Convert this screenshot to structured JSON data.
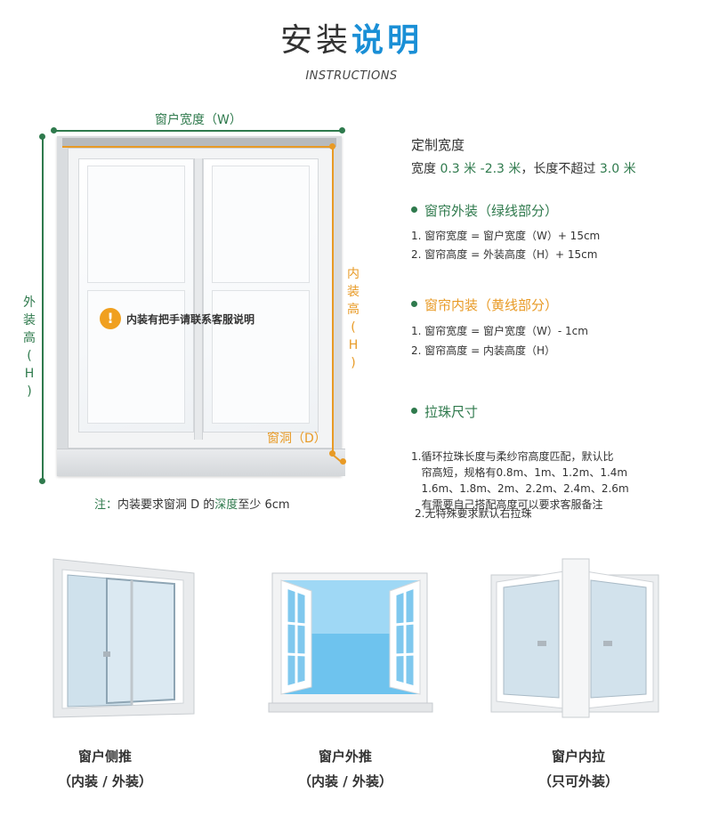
{
  "header": {
    "title_part1": "安装",
    "title_part2": "说明",
    "subtitle": "INSTRUCTIONS"
  },
  "diagram": {
    "width_label": "窗户宽度（W）",
    "outer_height_label_chars": [
      "外",
      "装",
      "高",
      "(",
      "H",
      ")"
    ],
    "inner_height_label_chars": [
      "内",
      "装",
      "高",
      "(",
      "H",
      ")"
    ],
    "opening_label": "窗洞（D）",
    "handle_note": "内装有把手请联系客服说明",
    "warn_icon": "!"
  },
  "footnote": {
    "prefix": "注：",
    "text1": "内装要求窗洞 D 的",
    "highlight": "深度",
    "text2": "至少 6cm"
  },
  "custom_width": {
    "title": "定制宽度",
    "line_prefix": "宽度 ",
    "min": "0.3 米",
    "dash": " -",
    "max": "2.3 米",
    "mid": "，长度不超过 ",
    "limit": "3.0 米"
  },
  "outside_install": {
    "title": "窗帘外装（绿线部分）",
    "lines": [
      "1. 窗帘宽度 = 窗户宽度（W）+ 15cm",
      "2. 窗帘高度 = 外装高度（H）+ 15cm"
    ]
  },
  "inside_install": {
    "title": "窗帘内装（黄线部分）",
    "lines": [
      "1. 窗帘宽度 = 窗户宽度（W）- 1cm",
      "2. 窗帘高度 = 内装高度（H）"
    ]
  },
  "bead_size": {
    "title": "拉珠尺寸",
    "lines": [
      "1.循环拉珠长度与柔纱帘高度匹配，默认比",
      "   帘高短，规格有0.8m、1m、1.2m、1.4m",
      "   1.6m、1.8m、2m、2.2m、2.4m、2.6m",
      "   有需要自己搭配高度可以要求客服备注"
    ],
    "line2": "2.无特殊要求默认右拉珠"
  },
  "window_types": [
    {
      "name": "窗户侧推",
      "sub": "（内装 / 外装）"
    },
    {
      "name": "窗户外推",
      "sub": "（内装 / 外装）"
    },
    {
      "name": "窗户内拉",
      "sub": "（只可外装）"
    }
  ],
  "colors": {
    "green": "#2f7a4d",
    "orange": "#e89a25",
    "blue": "#1a8fd6"
  }
}
